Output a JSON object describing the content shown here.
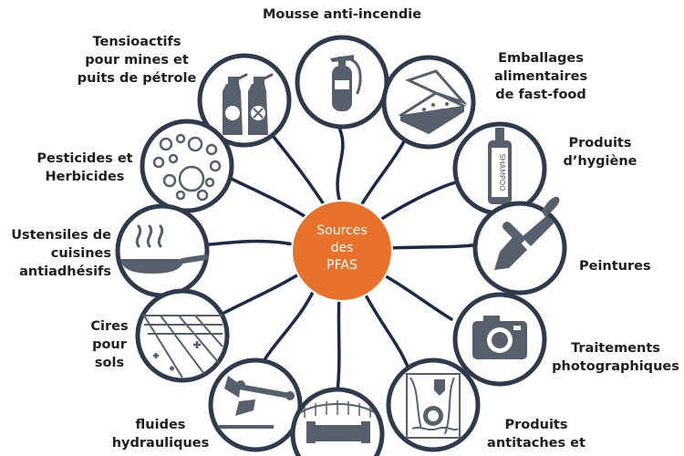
{
  "center": {
    "lines": [
      "Sources",
      "des",
      "PFAS"
    ],
    "fill": "#E8712C"
  },
  "colors": {
    "connector": "#1B2A48",
    "icon_ring": "#2F3A4C",
    "icon_fill": "#55606C",
    "node_fill": "#FFFFFF"
  },
  "nodes": [
    {
      "id": "mousse",
      "icon": "fire-extinguisher-icon",
      "label_lines": [
        "Mousse anti-incendie"
      ]
    },
    {
      "id": "tensioactifs",
      "icon": "spray-bottles-icon",
      "label_lines": [
        "Tensioactifs",
        "pour mines et",
        "puits de pétrole"
      ]
    },
    {
      "id": "emballages",
      "icon": "pizza-box-icon",
      "label_lines": [
        "Emballages",
        "alimentaires",
        "de fast-food"
      ]
    },
    {
      "id": "hygiene",
      "icon": "shampoo-bottle-icon",
      "label_lines": [
        "Produits",
        "d’hygiène"
      ]
    },
    {
      "id": "pesticides",
      "icon": "bubbles-icon",
      "label_lines": [
        "Pesticides et",
        "Herbicides"
      ]
    },
    {
      "id": "peintures",
      "icon": "paintbrush-icon",
      "label_lines": [
        "Peintures"
      ]
    },
    {
      "id": "ustensiles",
      "icon": "frying-pan-icon",
      "label_lines": [
        "Ustensiles de",
        "cuisines",
        "antiadhésifs"
      ]
    },
    {
      "id": "photo",
      "icon": "camera-icon",
      "label_lines": [
        "Traitements",
        "photographiques"
      ]
    },
    {
      "id": "cires",
      "icon": "shiny-floor-icon",
      "label_lines": [
        "Cires",
        "pour",
        "sols"
      ]
    },
    {
      "id": "hydrauliques",
      "icon": "aircraft-hydraulic-icon",
      "label_lines": [
        "fluides",
        "hydrauliques"
      ]
    },
    {
      "id": "textile",
      "icon": "sofa-icon",
      "label_lines": []
    },
    {
      "id": "antitaches",
      "icon": "stained-fabric-icon",
      "label_lines": [
        "Produits",
        "antitaches et"
      ]
    }
  ]
}
